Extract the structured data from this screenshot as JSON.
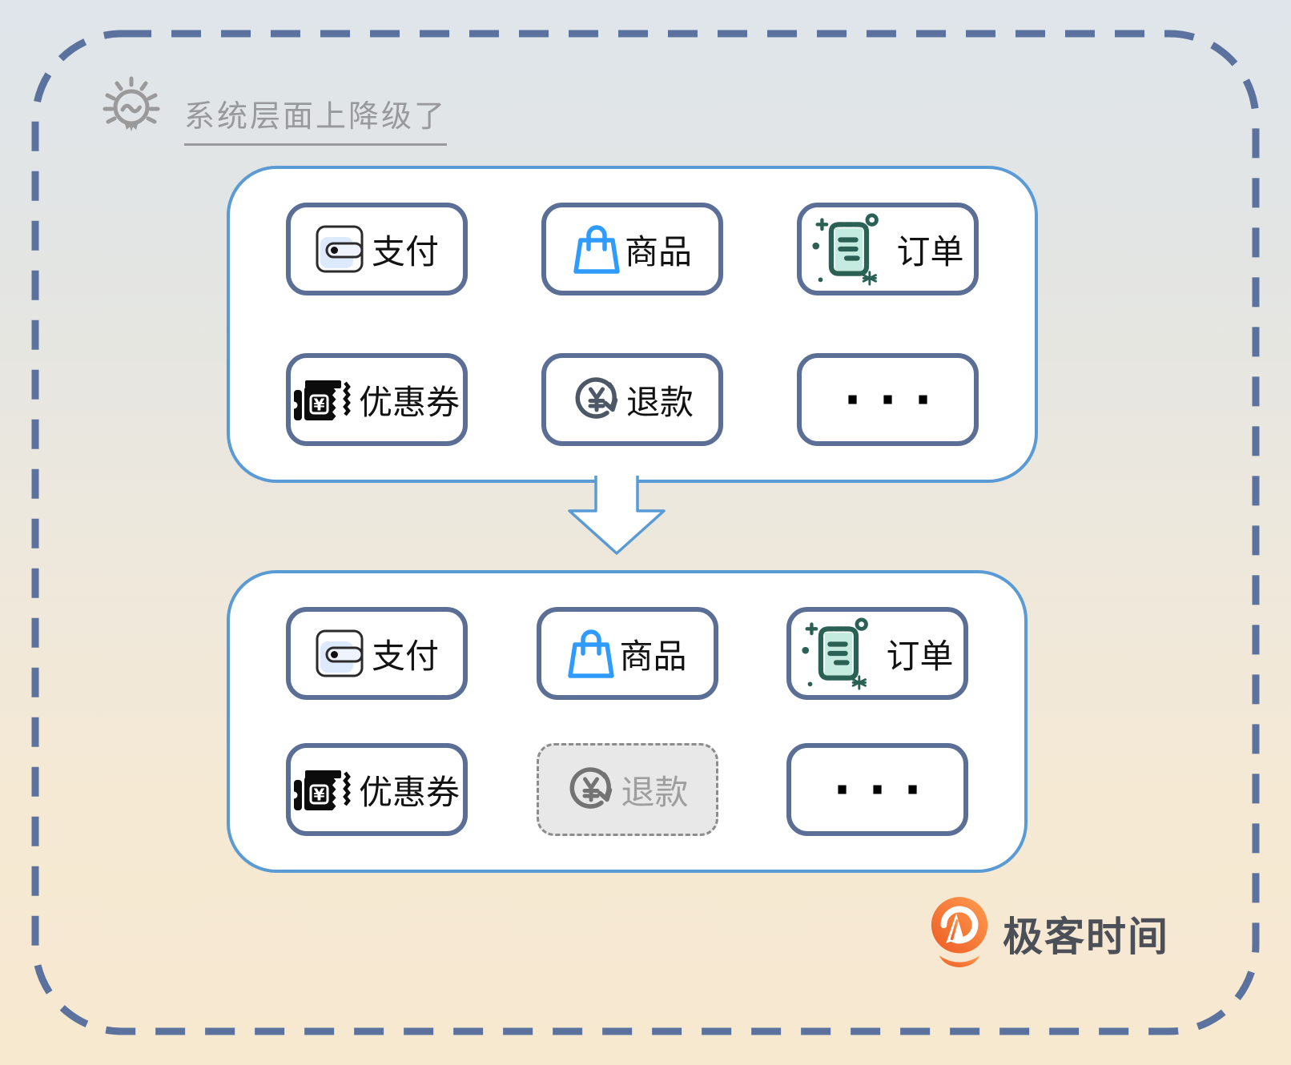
{
  "header": {
    "title": "系统层面上降级了",
    "icon": "lightbulb"
  },
  "panels": {
    "before": {
      "buttons": [
        {
          "label": "支付",
          "icon": "wallet",
          "state": "normal"
        },
        {
          "label": "商品",
          "icon": "shopping-bag",
          "state": "normal"
        },
        {
          "label": "订单",
          "icon": "order-clipboard",
          "state": "normal"
        },
        {
          "label": "优惠券",
          "icon": "coupon",
          "state": "normal"
        },
        {
          "label": "退款",
          "icon": "refund",
          "state": "normal"
        },
        {
          "label": "···",
          "icon": "ellipsis",
          "state": "normal"
        }
      ]
    },
    "after": {
      "buttons": [
        {
          "label": "支付",
          "icon": "wallet",
          "state": "normal"
        },
        {
          "label": "商品",
          "icon": "shopping-bag",
          "state": "normal"
        },
        {
          "label": "订单",
          "icon": "order-clipboard",
          "state": "normal"
        },
        {
          "label": "优惠券",
          "icon": "coupon",
          "state": "normal"
        },
        {
          "label": "退款",
          "icon": "refund",
          "state": "disabled"
        },
        {
          "label": "···",
          "icon": "ellipsis",
          "state": "normal"
        }
      ]
    }
  },
  "arrow": {
    "direction": "down"
  },
  "footer": {
    "brand": "极客时间"
  },
  "colors": {
    "panel_border": "#5b9bd5",
    "button_border": "#5a6e96",
    "dashed_frame": "#5c729e",
    "disabled_border": "#8c8c8c",
    "disabled_bg": "#e8e8e9",
    "disabled_text": "#9e9e9e",
    "bag_blue": "#2f9bff",
    "order_teal": "#2b6055",
    "order_mint": "#c5ebe0",
    "wallet_tint": "#dde9fc",
    "title_gray": "#97999c",
    "brand_orange": "#f15a24"
  }
}
